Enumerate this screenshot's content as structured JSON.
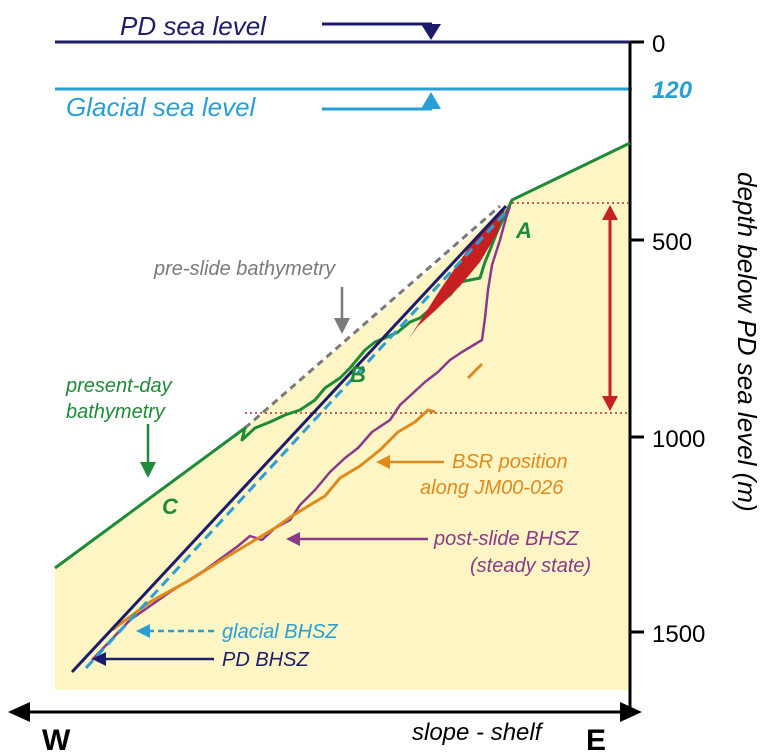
{
  "sea_levels": {
    "pd_label": "PD sea level",
    "glacial_label": "Glacial sea level",
    "glacial_depth_label": "120"
  },
  "axis": {
    "label": "depth below PD sea level (m)",
    "ticks": [
      "0",
      "500",
      "1000",
      "1500"
    ]
  },
  "bottom_axis": {
    "west": "W",
    "east": "E",
    "label": "slope - shelf"
  },
  "annotations": {
    "pre_slide": "pre-slide bathymetry",
    "present_day_1": "present-day",
    "present_day_2": "bathymetry",
    "bsr_1": "BSR position",
    "bsr_2": "along JM00-026",
    "post_slide_1": "post-slide BHSZ",
    "post_slide_2": "(steady state)",
    "glacial_bhsz": "glacial BHSZ",
    "pd_bhsz": "PD BHSZ"
  },
  "points": {
    "a": "A",
    "b": "B",
    "c": "C"
  },
  "colors": {
    "pd_sea": "#1c1c6b",
    "glacial_sea": "#2a9fd6",
    "sediment": "#fdf6c4",
    "bathymetry": "#1e8a3a",
    "bsr": "#e08a1e",
    "post_slide": "#8a3a8a",
    "pre_slide": "#7a7a7a",
    "red": "#c62020"
  }
}
